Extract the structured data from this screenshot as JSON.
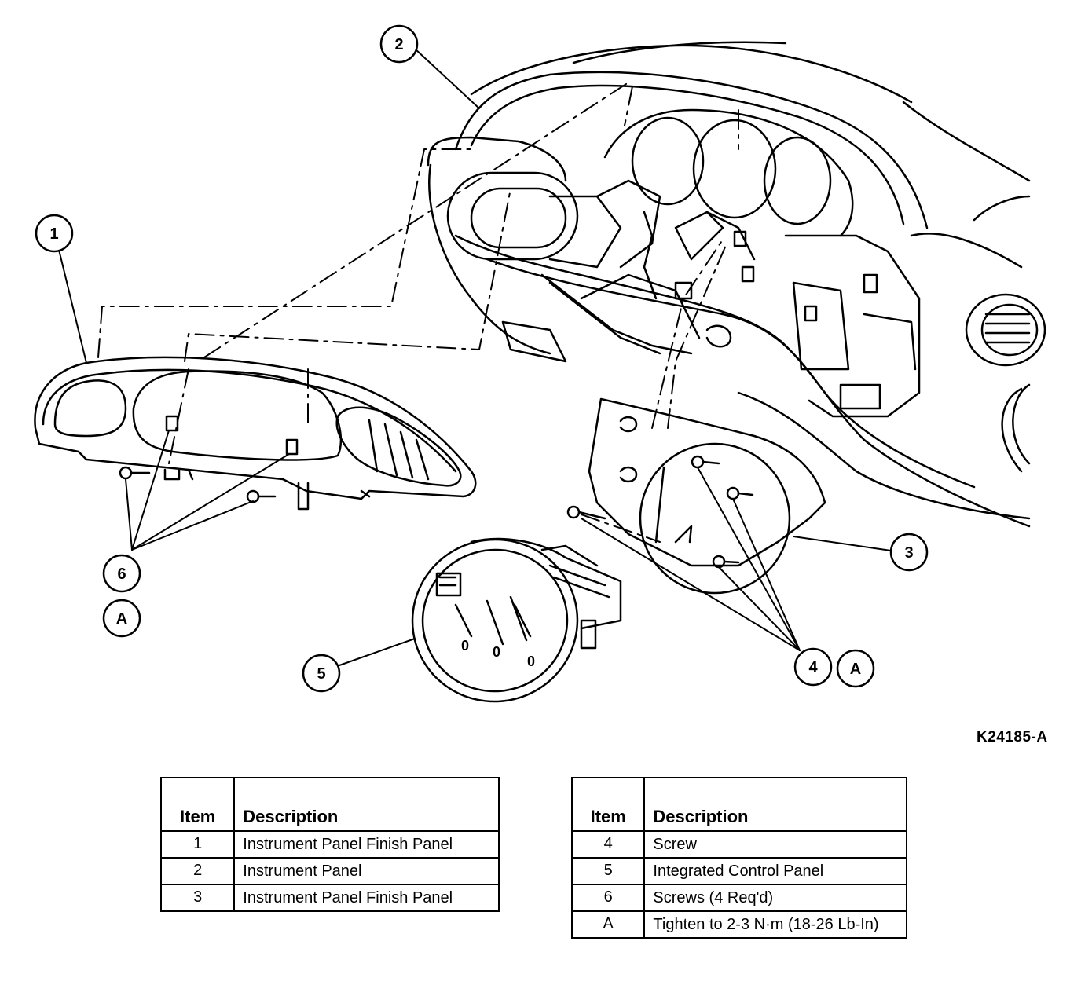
{
  "figure_ref": "K24185-A",
  "callouts": [
    {
      "id": "1",
      "label": "1"
    },
    {
      "id": "2",
      "label": "2"
    },
    {
      "id": "3",
      "label": "3"
    },
    {
      "id": "4",
      "label": "4"
    },
    {
      "id": "5",
      "label": "5"
    },
    {
      "id": "6",
      "label": "6"
    },
    {
      "id": "A-left",
      "label": "A"
    },
    {
      "id": "A-right",
      "label": "A"
    }
  ],
  "gauge_digits": [
    "0",
    "0",
    "0"
  ],
  "legend_left": {
    "header_item": "Item",
    "header_desc": "Description",
    "rows": [
      {
        "item": "1",
        "desc": "Instrument Panel Finish Panel"
      },
      {
        "item": "2",
        "desc": "Instrument Panel"
      },
      {
        "item": "3",
        "desc": "Instrument Panel Finish Panel"
      }
    ]
  },
  "legend_right": {
    "header_item": "Item",
    "header_desc": "Description",
    "rows": [
      {
        "item": "4",
        "desc": "Screw"
      },
      {
        "item": "5",
        "desc": "Integrated Control Panel"
      },
      {
        "item": "6",
        "desc": "Screws (4 Req'd)"
      },
      {
        "item": "A",
        "desc": "Tighten to 2-3 N·m (18-26 Lb-In)"
      }
    ]
  }
}
